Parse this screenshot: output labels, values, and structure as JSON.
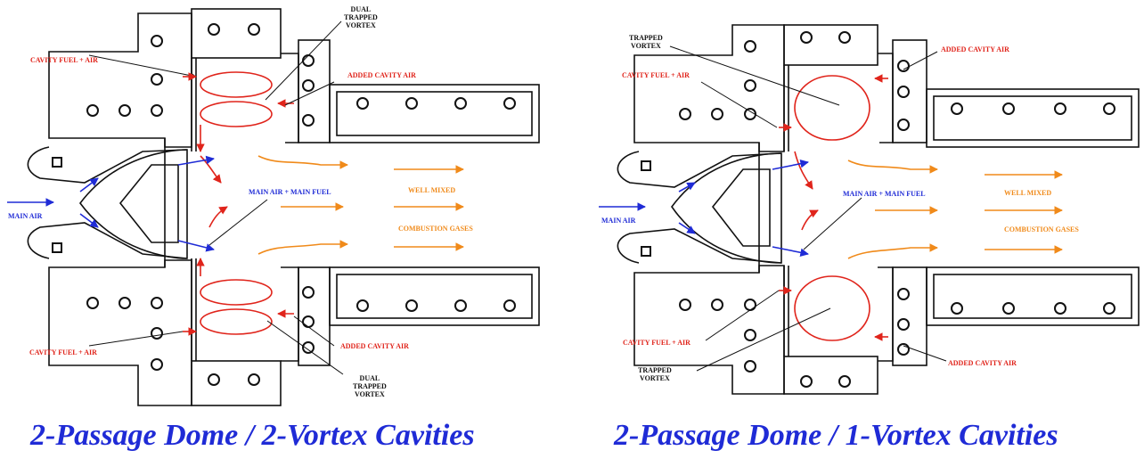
{
  "left_panel": {
    "caption": "2-Passage Dome / 2-Vortex Cavities",
    "labels": {
      "cavity_fuel_air_top": "CAVITY FUEL + AIR",
      "dual_trapped_vortex_top": "DUAL\nTRAPPED\nVORTEX",
      "added_cavity_air_top": "ADDED CAVITY AIR",
      "main_air": "MAIN AIR",
      "main_air_main_fuel": "MAIN AIR + MAIN FUEL",
      "well_mixed": "WELL MIXED",
      "combustion_gases": "COMBUSTION GASES",
      "cavity_fuel_air_bottom": "CAVITY FUEL + AIR",
      "added_cavity_air_bottom": "ADDED CAVITY AIR",
      "dual_trapped_vortex_bottom": "DUAL\nTRAPPED\nVORTEX"
    }
  },
  "right_panel": {
    "caption": "2-Passage Dome / 1-Vortex Cavities",
    "labels": {
      "trapped_vortex_top": "TRAPPED\nVORTEX",
      "cavity_fuel_air_top": "CAVITY FUEL + AIR",
      "added_cavity_air_top": "ADDED CAVITY AIR",
      "main_air": "MAIN AIR",
      "main_air_main_fuel": "MAIN AIR + MAIN FUEL",
      "well_mixed": "WELL MIXED",
      "combustion_gases": "COMBUSTION GASES",
      "cavity_fuel_air_bottom": "CAVITY FUEL + AIR",
      "trapped_vortex_bottom": "TRAPPED\nVORTEX",
      "added_cavity_air_bottom": "ADDED CAVITY AIR"
    }
  },
  "colors": {
    "cavity_flow": "#e0241b",
    "main_flow": "#1f2bd6",
    "exhaust_flow": "#f08a1a",
    "structure": "#111111"
  }
}
